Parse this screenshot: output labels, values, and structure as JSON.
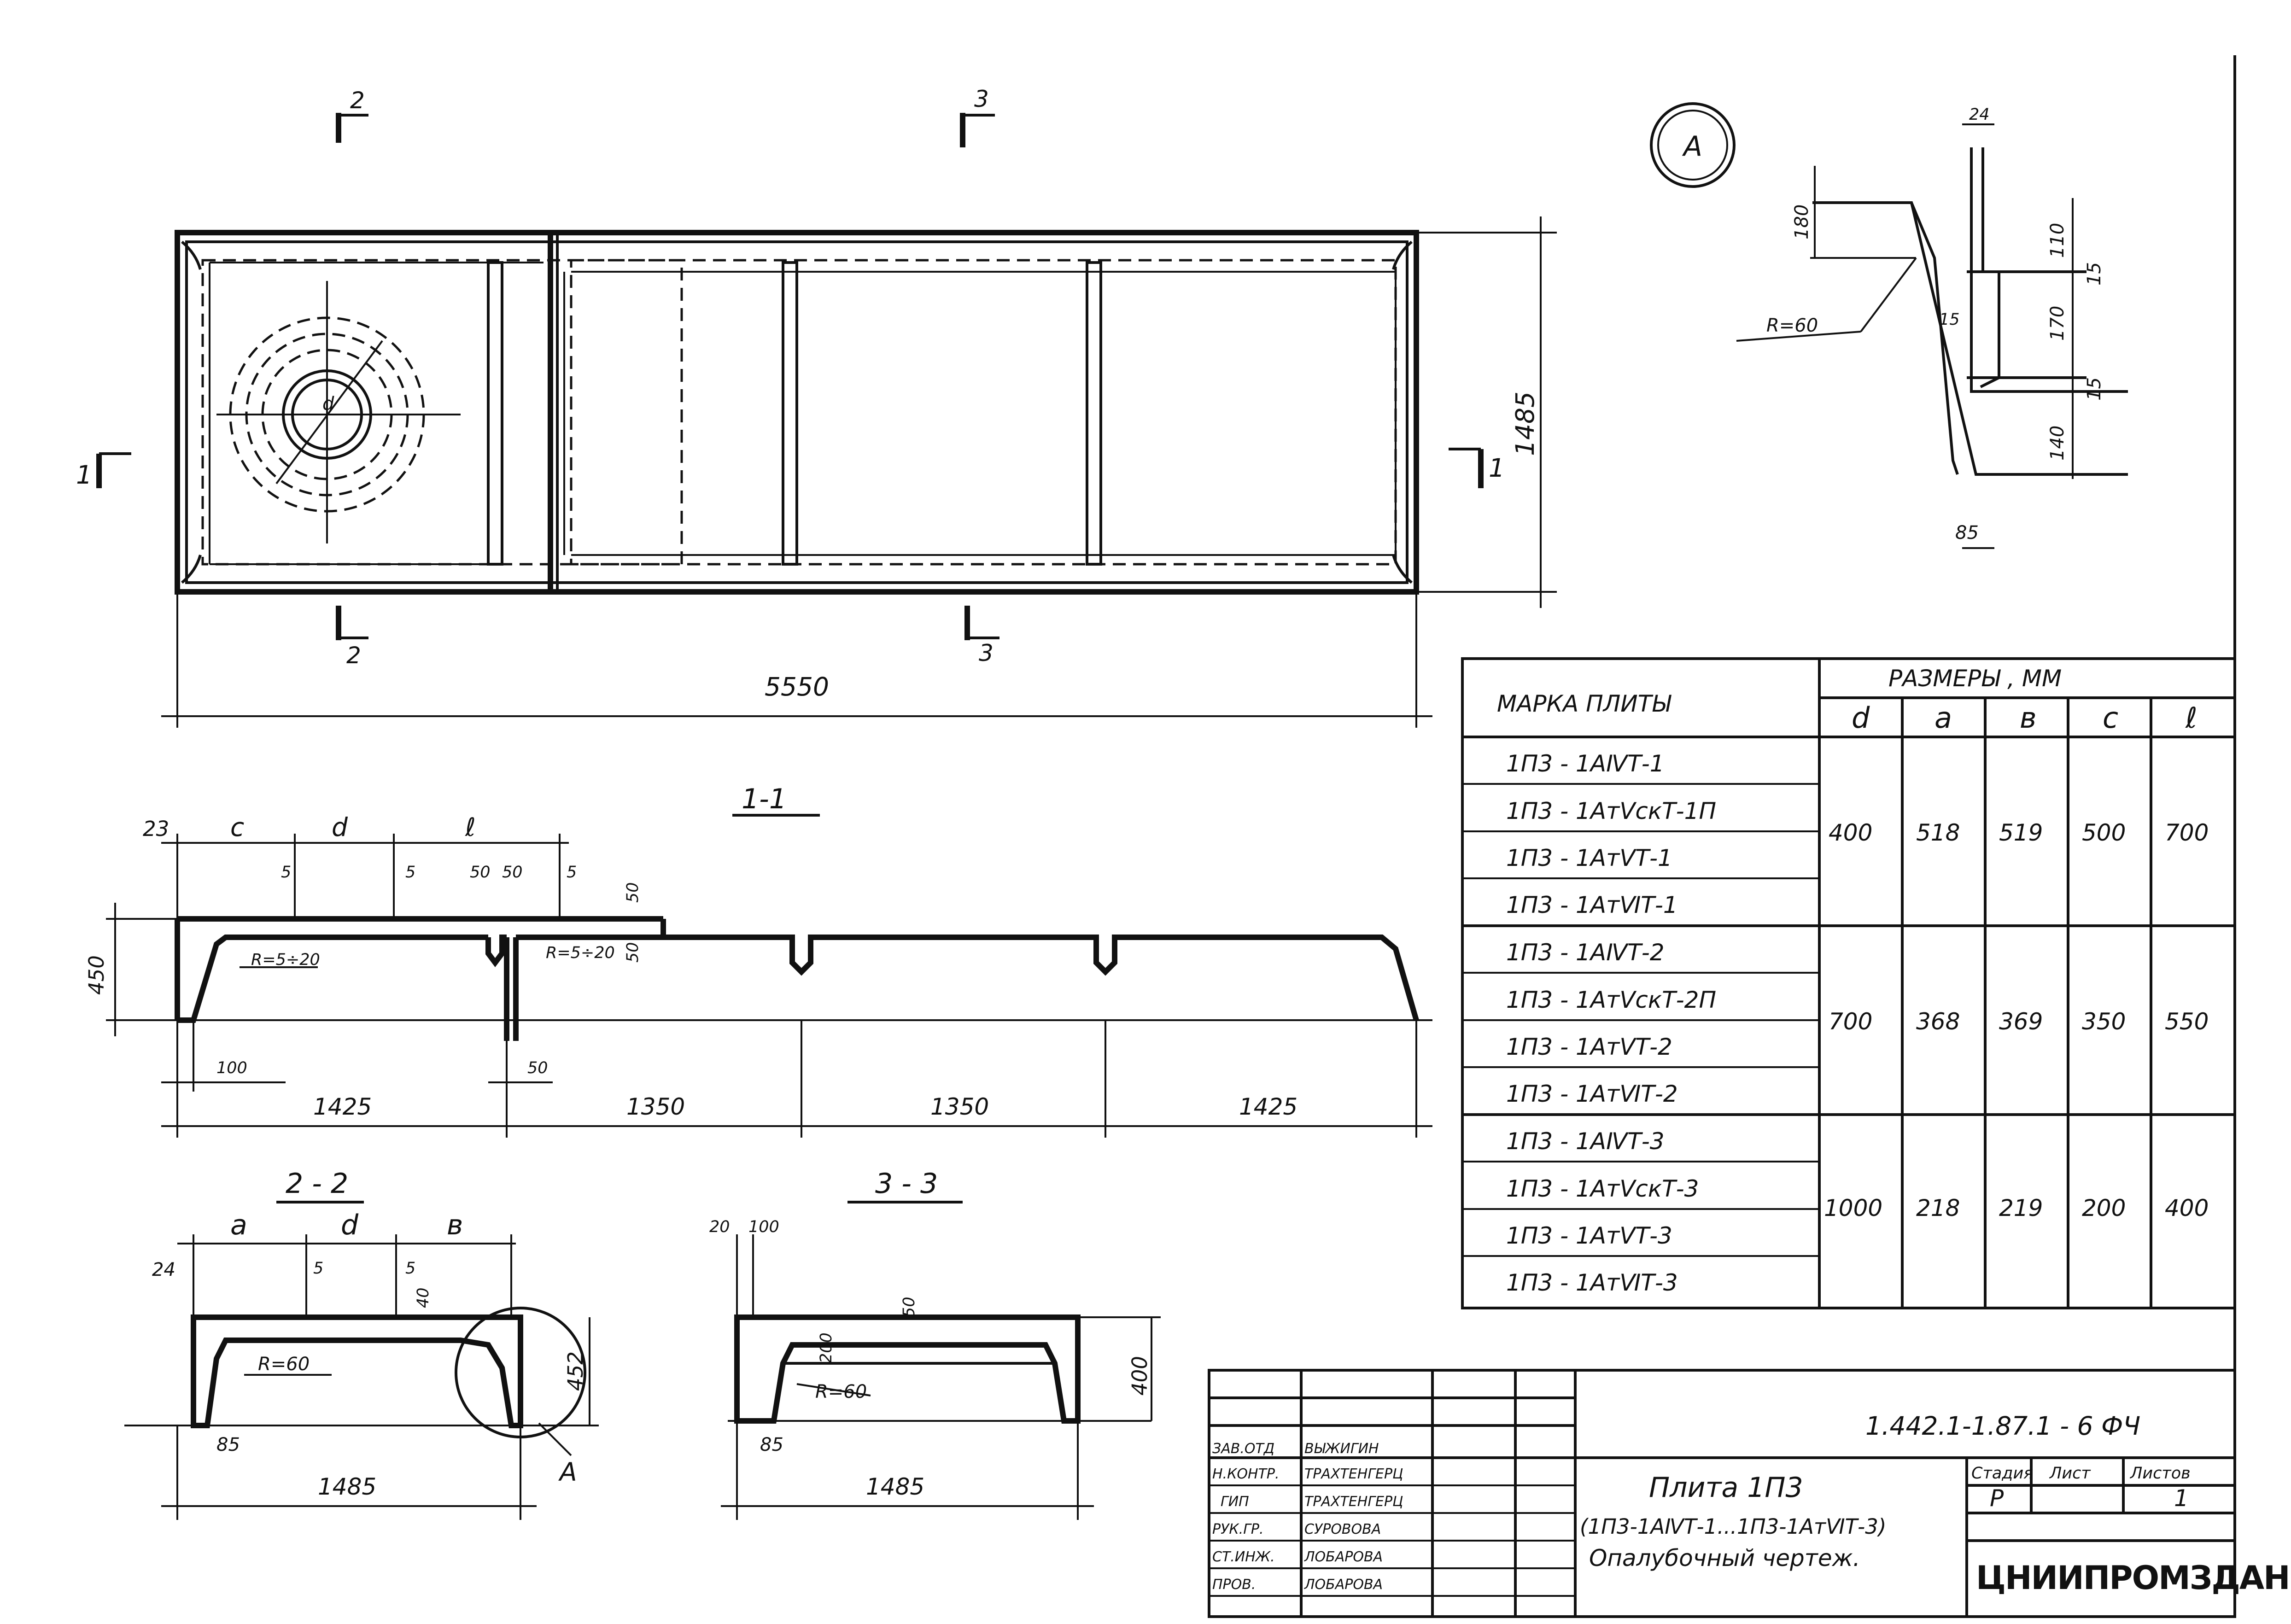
{
  "plan": {
    "cut_labels": [
      "2",
      "3",
      "1",
      "1",
      "2",
      "3"
    ],
    "dim_length": "5550",
    "dim_width": "1485",
    "detail_callout": "A"
  },
  "detail_a": {
    "dims": [
      "24",
      "180",
      "110",
      "15",
      "15",
      "170",
      "15",
      "140",
      "85"
    ],
    "radius": "R=60"
  },
  "section_1_1": {
    "title": "1-1",
    "top_dims": [
      "23",
      "c",
      "d",
      "ℓ"
    ],
    "small_dims": [
      "5",
      "5",
      "50",
      "50",
      "5",
      "50",
      "50"
    ],
    "height": "450",
    "radii": [
      "R=5÷20",
      "R=5÷20"
    ],
    "base_dims": [
      "100",
      "50"
    ],
    "bottom_dims": [
      "1425",
      "1350",
      "1350",
      "1425"
    ]
  },
  "section_2_2": {
    "title": "2 - 2",
    "top_dims": [
      "a",
      "d",
      "в"
    ],
    "small_dims": [
      "24",
      "5",
      "5",
      "40"
    ],
    "height": "452",
    "radius": "R=60",
    "base_dim": "85",
    "width": "1485",
    "callout": "A"
  },
  "section_3_3": {
    "title": "3 - 3",
    "top_dims": [
      "20",
      "100"
    ],
    "small_dims": [
      "50",
      "200"
    ],
    "height": "400",
    "radius": "R=60",
    "base_dim": "85",
    "width": "1485"
  },
  "table": {
    "header_brand": "МАРКА  ПЛИТЫ",
    "header_sizes": "РАЗМЕРЫ ,  ММ",
    "columns": [
      "d",
      "a",
      "в",
      "c",
      "ℓ"
    ],
    "groups": [
      {
        "brands": [
          "1П3 - 1АⅣТ-1",
          "1П3 - 1АтⅤскТ-1П",
          "1П3 - 1АтⅤТ-1",
          "1П3 - 1АтⅥТ-1"
        ],
        "values": [
          "400",
          "518",
          "519",
          "500",
          "700"
        ]
      },
      {
        "brands": [
          "1П3 - 1АⅣТ-2",
          "1П3 - 1АтⅤскТ-2П",
          "1П3 - 1АтⅤТ-2",
          "1П3 - 1АтⅥТ-2"
        ],
        "values": [
          "700",
          "368",
          "369",
          "350",
          "550"
        ]
      },
      {
        "brands": [
          "1П3 - 1АⅣТ-3",
          "1П3 - 1АтⅤскТ-3",
          "1П3 - 1АтⅤТ-3",
          "1П3 - 1АтⅥТ-3"
        ],
        "values": [
          "1000",
          "218",
          "219",
          "200",
          "400"
        ]
      }
    ]
  },
  "title_block": {
    "code": "1.442.1-1.87.1 - 6 ФЧ",
    "roles": [
      "ЗАВ.ОТД",
      "Н.КОНТР.",
      "ГИП",
      "РУК.ГР.",
      "СТ.ИНЖ.",
      "ПРОВ."
    ],
    "names": [
      "ВЫЖИГИН",
      "ТРАХТЕНГЕРЦ",
      "ТРАХТЕНГЕРЦ",
      "СУРОВОВА",
      "ЛОБАРОВА",
      "ЛОБАРОВА"
    ],
    "sheet_title_line1": "Плита 1П3",
    "sheet_title_line2": "(1П3-1АⅣТ-1...1П3-1АтⅥТ-3)",
    "sheet_title_line3": "Опалубочный чертеж.",
    "stage_header": "Стадия",
    "sheet_header": "Лист",
    "sheets_header": "Листов",
    "stage": "Р",
    "sheets_total": "1",
    "org": "ЦНИИПРОМЗДАНИЙ"
  }
}
